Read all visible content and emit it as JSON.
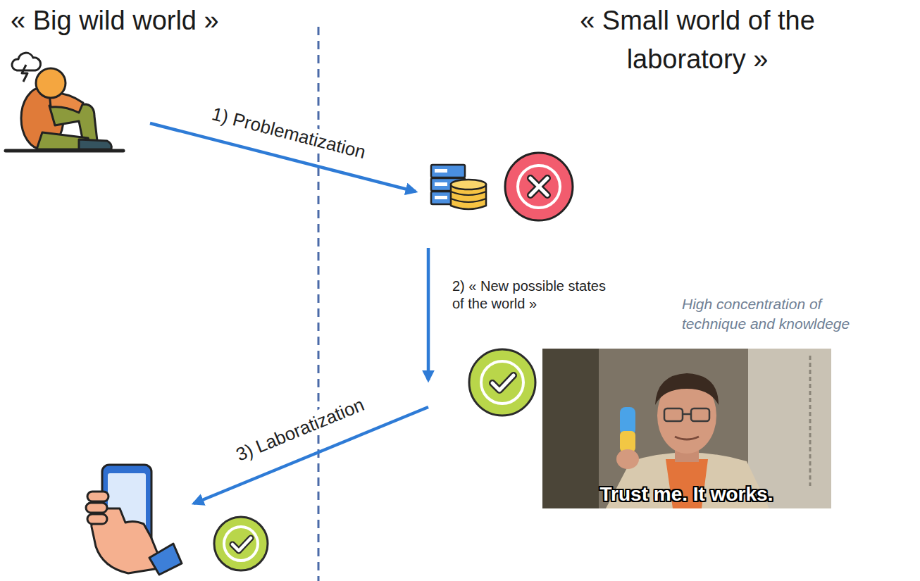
{
  "diagram": {
    "nodes": [
      {
        "text": []
      },
      {
        "text": []
      },
      {
        "text": [
          "Trust me. It works."
        ]
      },
      {
        "text": []
      }
    ],
    "edges": [
      {
        "from": 0,
        "to": 1,
        "label": "1) Problematization",
        "arrow": "to"
      },
      {
        "from": 1,
        "to": 2,
        "label": "2) « New possible states of the world »",
        "arrow": "to"
      },
      {
        "from": 2,
        "to": 3,
        "label": "3) Laboratization",
        "arrow": "to"
      }
    ],
    "labels": [
      "« Big wild world »",
      "« Small world of the laboratory »",
      "High concentration of technique and knowldege"
    ]
  }
}
